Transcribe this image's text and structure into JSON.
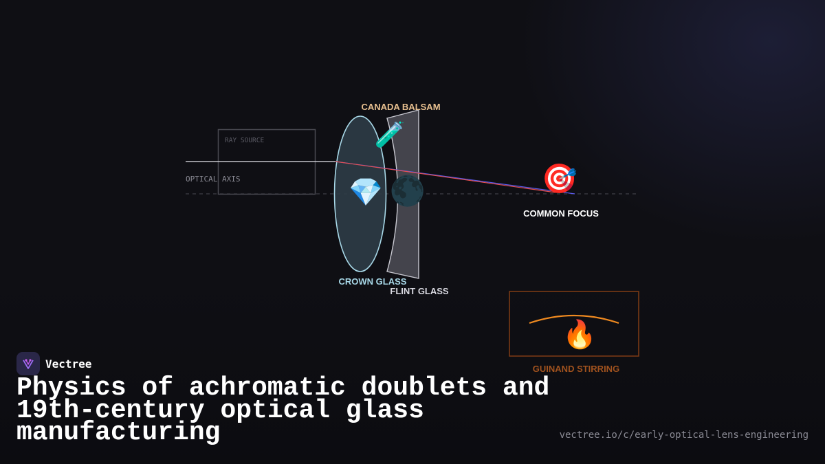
{
  "brand": {
    "name": "Vectree"
  },
  "title": "Physics of achromatic doublets and 19th-century optical glass manufacturing",
  "url": "vectree.io/c/early-optical-lens-engineering",
  "diagram": {
    "labels": {
      "ray_source": "RAY SOURCE",
      "optical_axis": "OPTICAL AXIS",
      "canada_balsam": "CANADA BALSAM",
      "crown_glass": "CROWN GLASS",
      "flint_glass": "FLINT GLASS",
      "common_focus": "COMMON FOCUS",
      "guinand_stirring": "GUINAND STIRRING"
    },
    "icons": {
      "crown_glass": "💎",
      "flint_glass": "🌑",
      "canada_balsam": "🧪",
      "common_focus": "🎯",
      "guinand_stirring": "🔥"
    },
    "colors": {
      "crown_glass": "#a8d8e8",
      "canada_balsam": "#e8c090",
      "guinand": "#a0521e",
      "flame": "#f08a20",
      "blue_ray": "#5a5ae8",
      "red_ray": "#e85050"
    }
  }
}
